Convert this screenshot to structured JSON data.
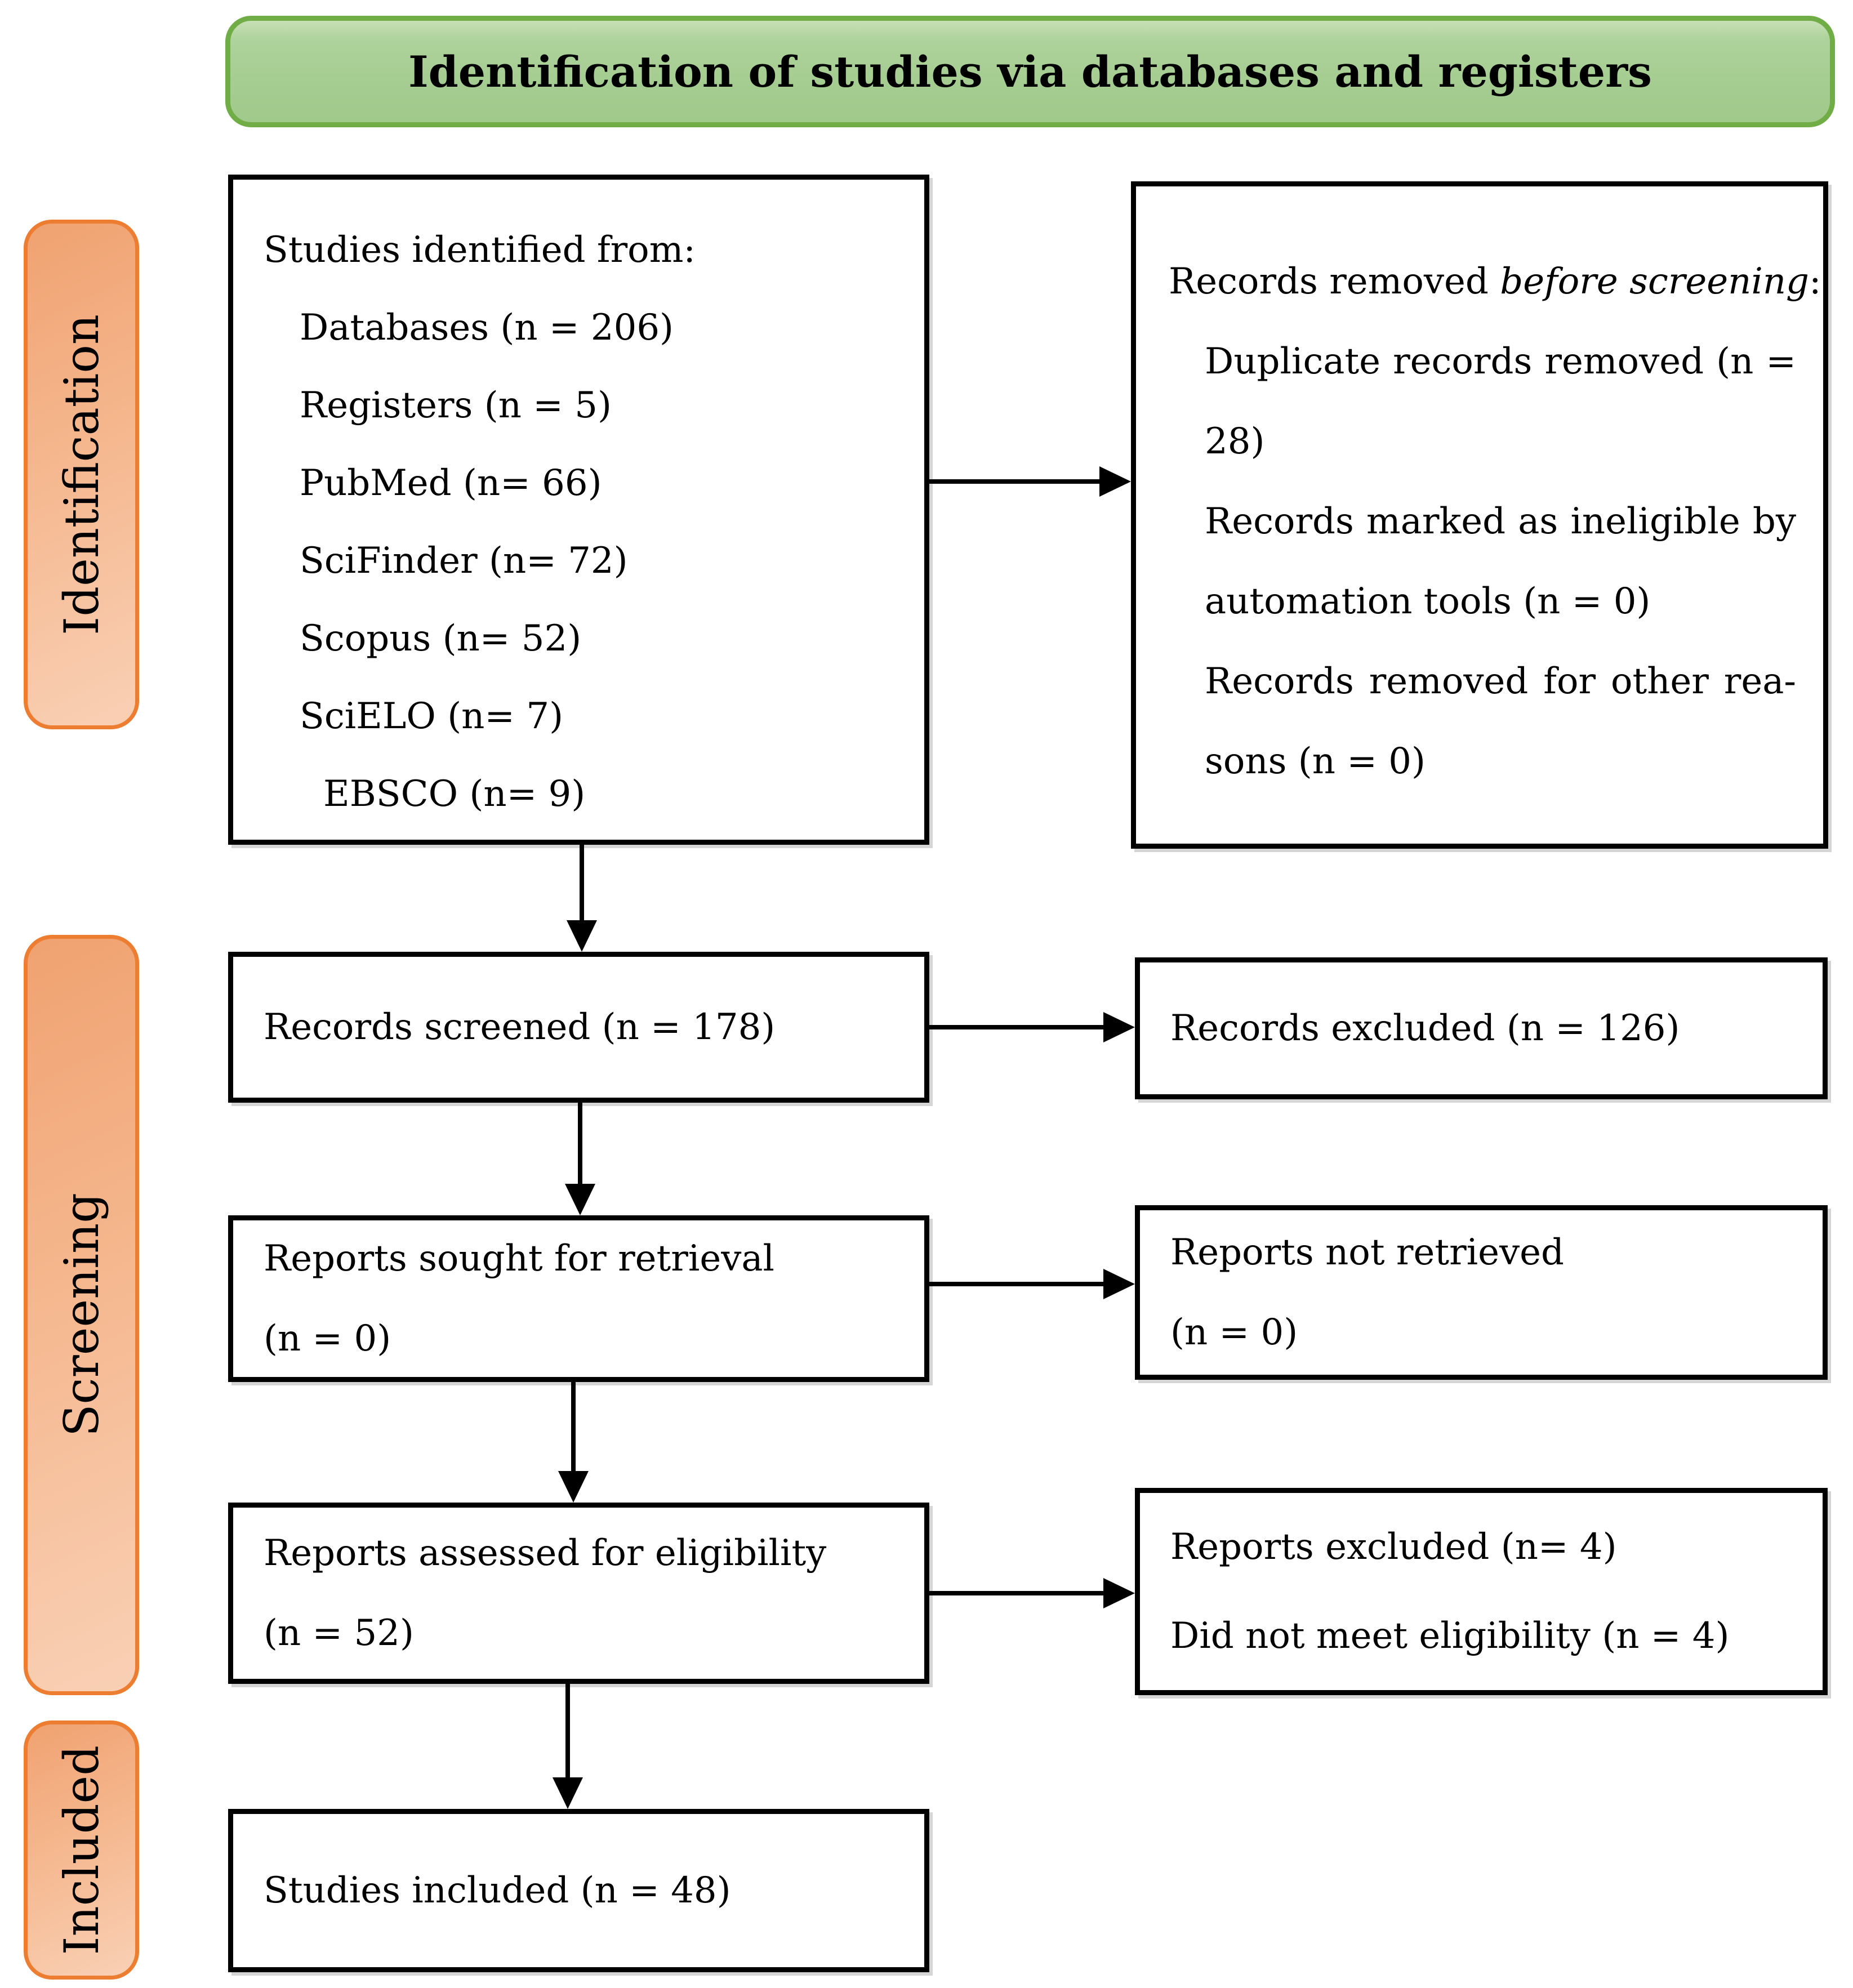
{
  "title": "Identification of studies via databases and registers",
  "colors": {
    "header_fill": "#a6cd92",
    "header_border": "#70ad47",
    "stage_fill": "#f9d0b5",
    "stage_border": "#ed7d31",
    "box_border": "#000000",
    "arrow": "#000000"
  },
  "side_labels": [
    {
      "label": "Identification"
    },
    {
      "label": "Screening"
    },
    {
      "label": "Included"
    }
  ],
  "boxes": {
    "identified": {
      "lines": [
        {
          "text": "Studies identified from:",
          "indent": 0
        },
        {
          "text": "Databases (n = 206)",
          "indent": 1
        },
        {
          "text": "Registers (n = 5)",
          "indent": 1
        },
        {
          "text": "PubMed (n= 66)",
          "indent": 1
        },
        {
          "text": "SciFinder (n= 72)",
          "indent": 1
        },
        {
          "text": "Scopus (n= 52)",
          "indent": 1
        },
        {
          "text": "SciELO (n= 7)",
          "indent": 1
        },
        {
          "text": "EBSCO (n= 9)",
          "indent": 2
        }
      ]
    },
    "removed": {
      "lines": [
        {
          "parts": [
            {
              "text": "Records removed "
            },
            {
              "text": "before screening",
              "italic": true
            },
            {
              "text": ":"
            }
          ],
          "indent": 0
        },
        {
          "text": "Duplicate records removed (n =",
          "indent": 1,
          "justify": true
        },
        {
          "text": "28)",
          "indent": 1
        },
        {
          "text": "Records marked as ineligible by",
          "indent": 1,
          "justify": true
        },
        {
          "text": "automation tools (n = 0)",
          "indent": 1
        },
        {
          "text": "Records removed for other rea-",
          "indent": 1,
          "justify": true
        },
        {
          "text": "sons (n = 0)",
          "indent": 1
        }
      ]
    },
    "screened": {
      "lines": [
        {
          "text": "Records screened (n = 178)",
          "indent": 0
        }
      ]
    },
    "records_excluded": {
      "lines": [
        {
          "text": "Records excluded (n = 126)",
          "indent": 0
        }
      ]
    },
    "sought": {
      "lines": [
        {
          "text": "Reports sought for retrieval",
          "indent": 0
        },
        {
          "text": "(n = 0)",
          "indent": 0
        }
      ]
    },
    "not_retrieved": {
      "lines": [
        {
          "text": "Reports not retrieved",
          "indent": 0
        },
        {
          "text": "(n = 0)",
          "indent": 0
        }
      ]
    },
    "assessed": {
      "lines": [
        {
          "text": "Reports assessed for eligibility",
          "indent": 0
        },
        {
          "text": "(n = 52)",
          "indent": 0
        }
      ]
    },
    "reports_excluded": {
      "lines": [
        {
          "text": "Reports excluded (n= 4)",
          "indent": 0
        },
        {
          "text": "Did not meet eligibility (n = 4)",
          "indent": 0
        }
      ]
    },
    "included": {
      "lines": [
        {
          "text": "Studies included (n = 48)",
          "indent": 0
        }
      ]
    }
  }
}
